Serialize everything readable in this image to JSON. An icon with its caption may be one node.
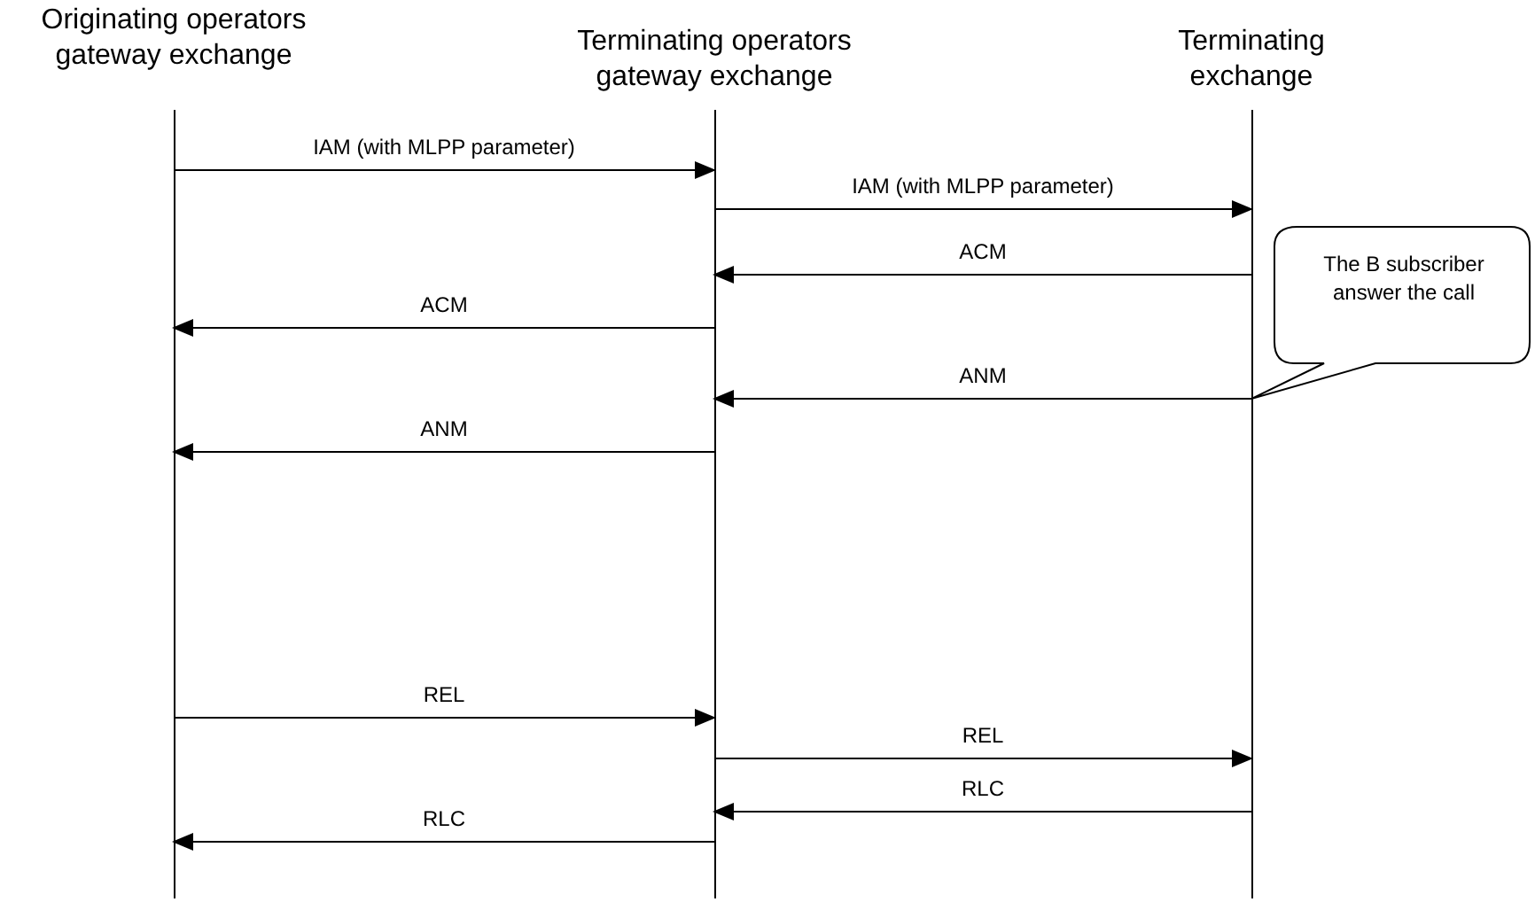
{
  "diagram": {
    "nodes": [
      {
        "text": [
          "Originating operators gateway exchange"
        ]
      },
      {
        "text": [
          "Terminating operators gateway exchange"
        ]
      },
      {
        "text": [
          "Terminating exchange"
        ]
      },
      {
        "text": [
          "The B subscriber answer the call"
        ]
      }
    ],
    "edges": [
      {
        "from": 0,
        "to": 1,
        "arrow": "to",
        "label": "IAM (with MLPP parameter)"
      },
      {
        "from": 1,
        "to": 2,
        "arrow": "to",
        "label": "IAM (with MLPP parameter)"
      },
      {
        "from": 2,
        "to": 1,
        "arrow": "to",
        "label": "ACM"
      },
      {
        "from": 1,
        "to": 0,
        "arrow": "to",
        "label": "ACM"
      },
      {
        "from": 2,
        "to": 1,
        "arrow": "to",
        "label": "ANM"
      },
      {
        "from": 1,
        "to": 0,
        "arrow": "to",
        "label": "ANM"
      },
      {
        "from": 0,
        "to": 1,
        "arrow": "to",
        "label": "REL"
      },
      {
        "from": 1,
        "to": 2,
        "arrow": "to",
        "label": "REL"
      },
      {
        "from": 2,
        "to": 1,
        "arrow": "to",
        "label": "RLC"
      },
      {
        "from": 1,
        "to": 0,
        "arrow": "to",
        "label": "RLC"
      }
    ]
  }
}
